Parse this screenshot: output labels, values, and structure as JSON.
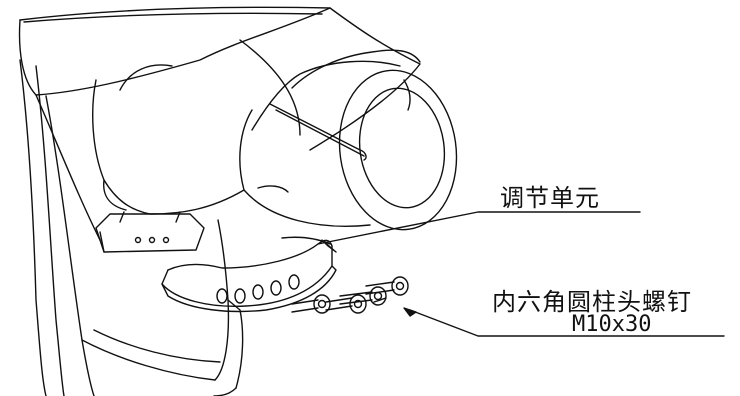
{
  "labels": {
    "adjustment_unit": "调节单元",
    "screw_name": "内六角圆柱头螺钉",
    "screw_spec": "M10x30"
  },
  "colors": {
    "line": "#111111",
    "background": "#ffffff"
  }
}
